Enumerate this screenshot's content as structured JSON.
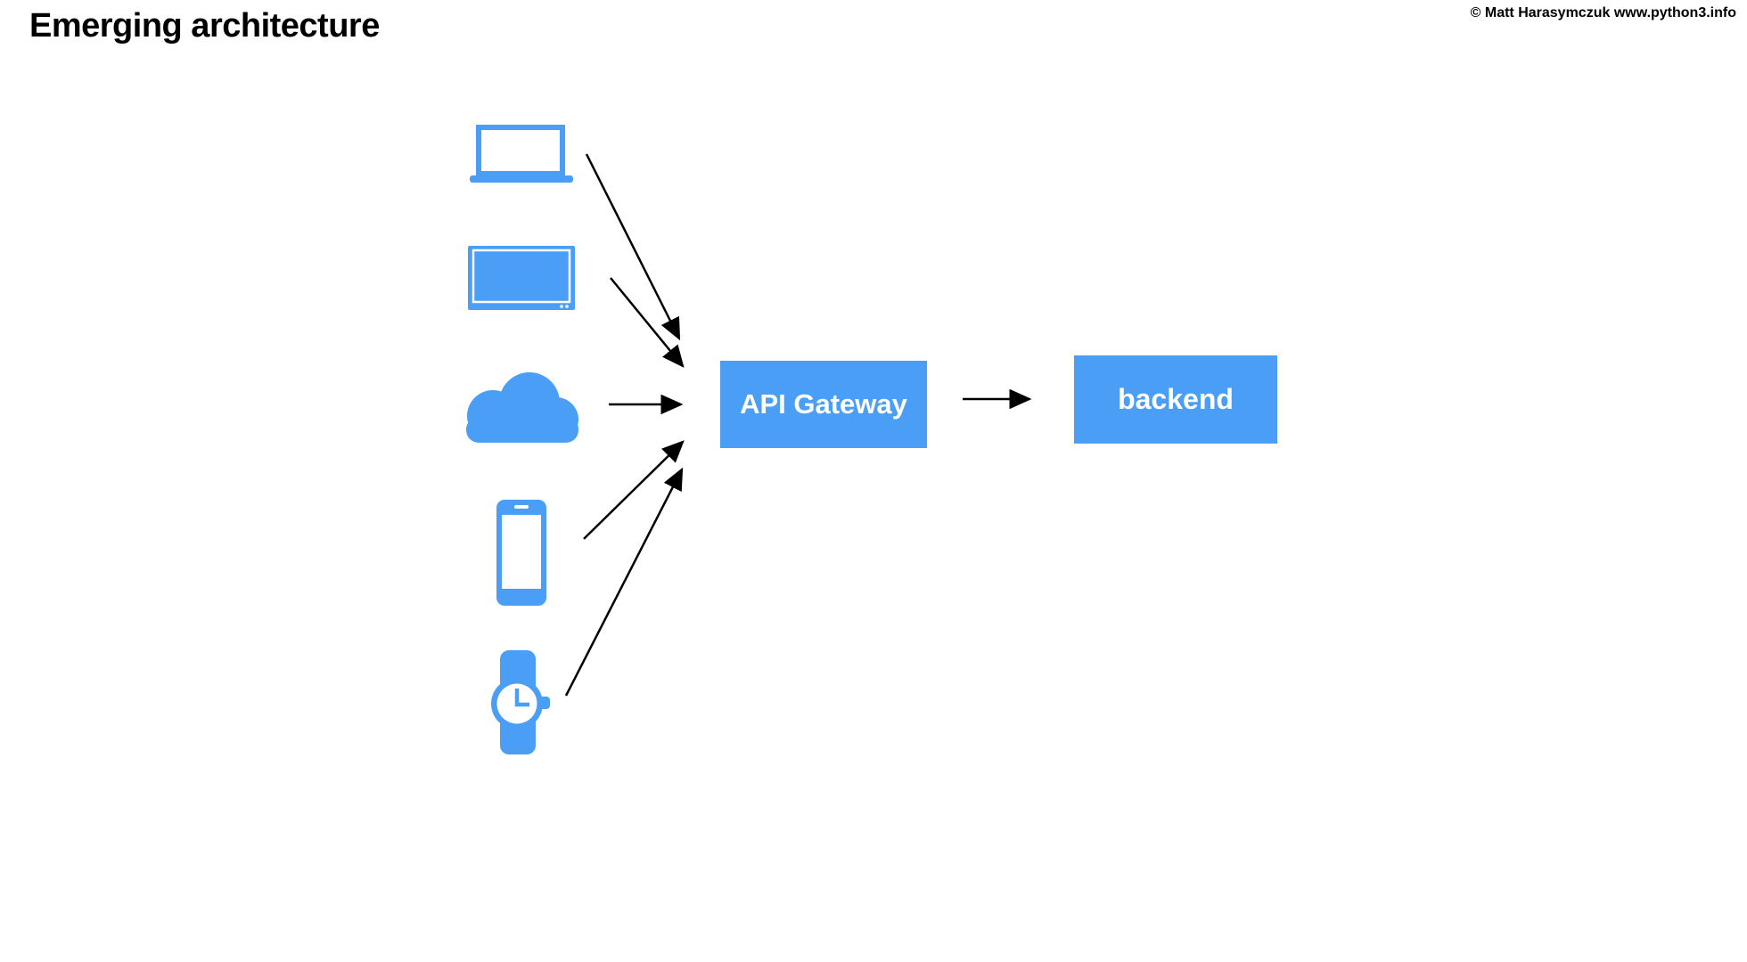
{
  "page": {
    "title": "Emerging architecture",
    "copyright": "© Matt Harasymczuk www.python3.info"
  },
  "colors": {
    "accent_blue": "#4B9EF5",
    "arrow_black": "#000000",
    "box_text_white": "#FFFFFF",
    "title_black": "#000000",
    "background": "#FFFFFF"
  },
  "diagram": {
    "devices": [
      {
        "icon": "laptop-icon"
      },
      {
        "icon": "tv-icon"
      },
      {
        "icon": "cloud-icon"
      },
      {
        "icon": "smartphone-icon"
      },
      {
        "icon": "smartwatch-icon"
      }
    ],
    "nodes": {
      "api_gateway": {
        "label": "API Gateway"
      },
      "backend": {
        "label": "backend"
      }
    },
    "edges": [
      {
        "from": "laptop",
        "to": "api_gateway"
      },
      {
        "from": "tv",
        "to": "api_gateway"
      },
      {
        "from": "cloud",
        "to": "api_gateway"
      },
      {
        "from": "smartphone",
        "to": "api_gateway"
      },
      {
        "from": "smartwatch",
        "to": "api_gateway"
      },
      {
        "from": "api_gateway",
        "to": "backend"
      }
    ]
  }
}
